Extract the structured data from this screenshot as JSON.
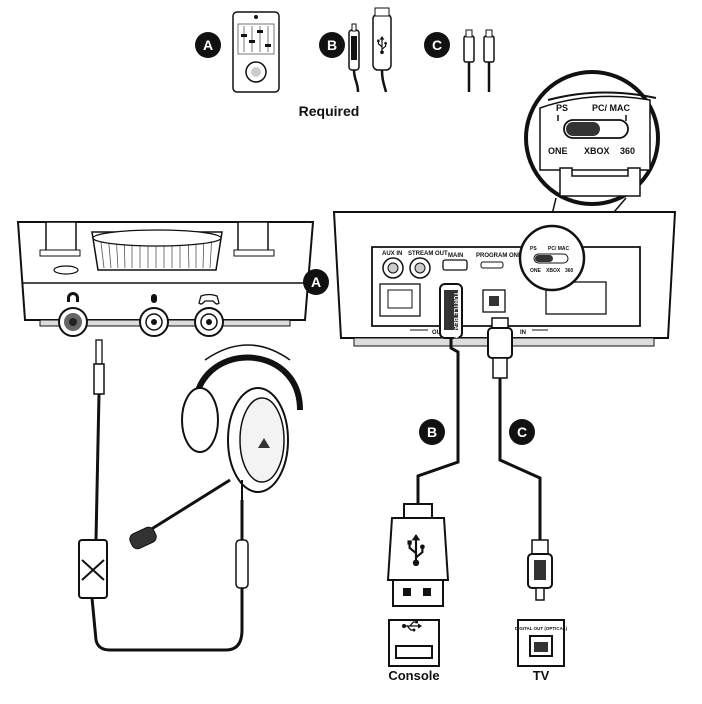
{
  "required_label": "Required",
  "items": {
    "a": "A",
    "b": "B",
    "c": "C"
  },
  "switch_callout": {
    "ps": "PS",
    "pc_mac": "PC/ MAC",
    "one": "ONE",
    "xbox": "XBOX",
    "x360": "360"
  },
  "base_ports": {
    "aux_in": "AUX IN",
    "stream_out": "STREAM OUT",
    "main": "MAIN",
    "program_only": "PROGRAM ONLY",
    "out": "OUT",
    "in": "IN"
  },
  "usb_plug_text": "TURTLE BEACH",
  "console_label": "Console",
  "tv_label": "TV",
  "tv_port_label": "DIGITAL OUT (OPTICAL)",
  "colors": {
    "line": "#111111",
    "badge": "#111111",
    "gray_fill": "#d9d9d9",
    "light_fill": "#f2f2f2"
  }
}
